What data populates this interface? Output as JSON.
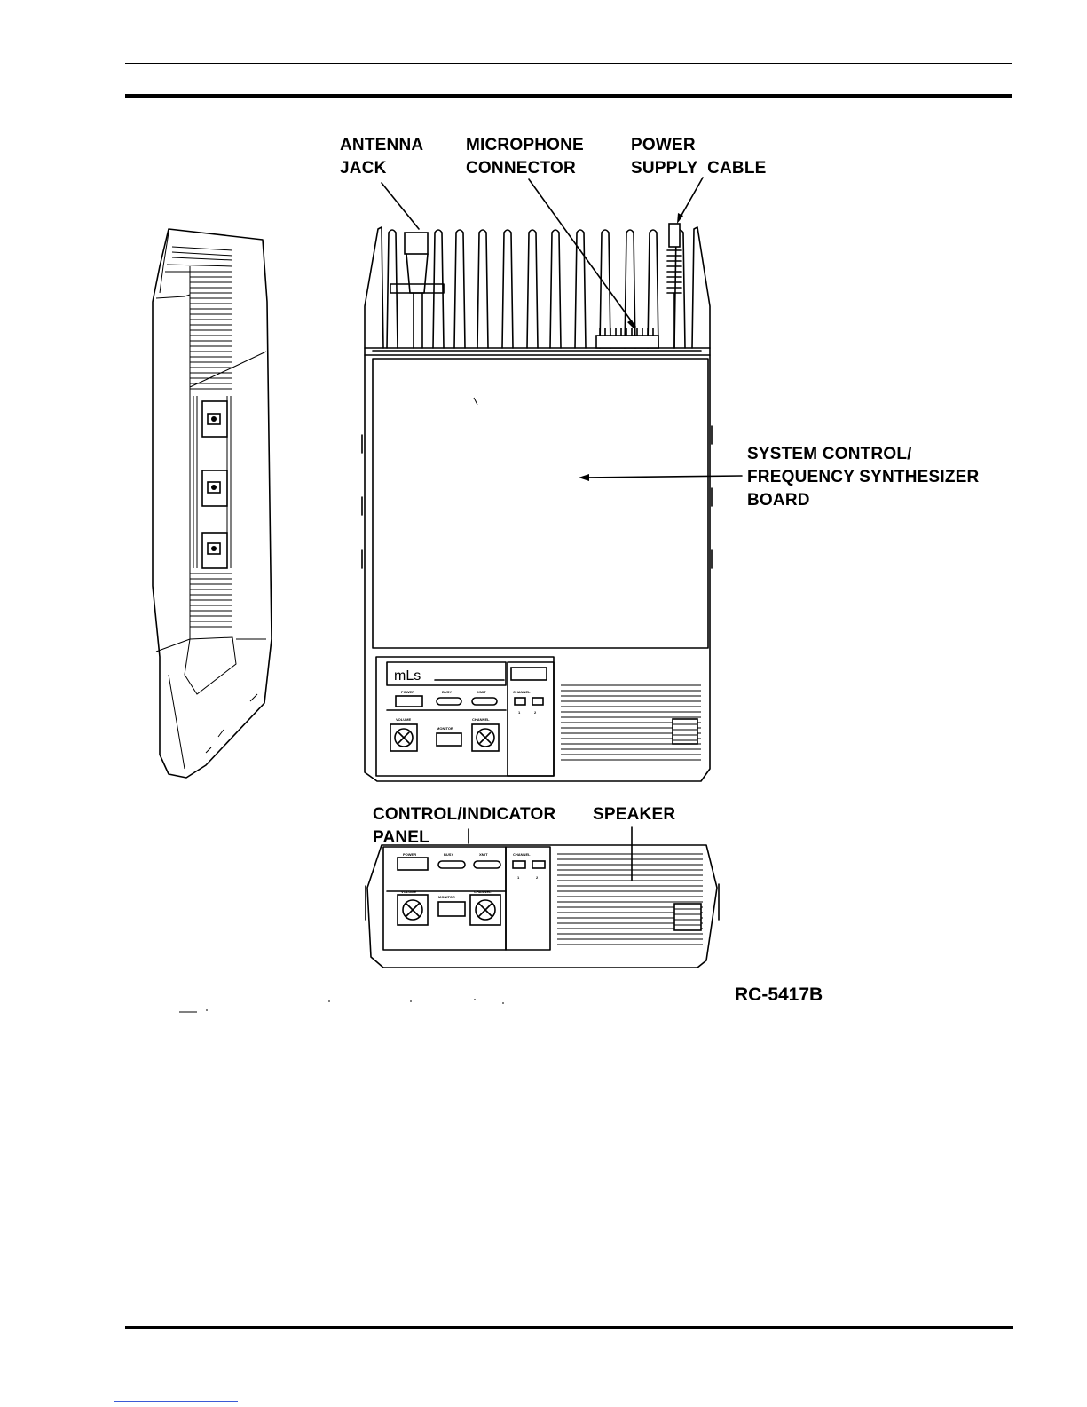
{
  "labels": {
    "antenna_jack": "ANTENNA\nJACK",
    "microphone_connector": "MICROPHONE\nCONNECTOR",
    "power_supply_cable": "POWER\nSUPPLY  CABLE",
    "system_control_board": "SYSTEM CONTROL/\nFREQUENCY SYNTHESIZER\nBOARD",
    "control_indicator_panel": "CONTROL/INDICATOR\nPANEL",
    "speaker": "SPEAKER"
  },
  "figure_number": "RC-5417B",
  "panel": {
    "logo": "mLs",
    "power": "POWER",
    "busy": "BUSY",
    "xmit": "XMIT",
    "channel": "CHANNEL",
    "volume": "VOLUME",
    "monitor": "MONITOR",
    "channel_numbers": [
      "1",
      "2"
    ]
  }
}
